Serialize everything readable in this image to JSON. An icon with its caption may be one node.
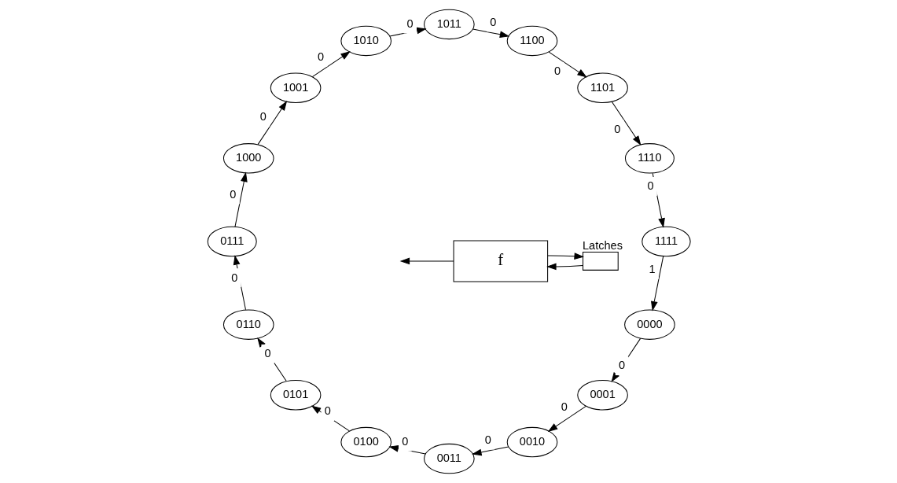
{
  "diagram": {
    "nodes": [
      {
        "text": [
          "f"
        ]
      },
      {
        "text": [],
        "shape": "box",
        "beside": [
          "Latches"
        ]
      },
      {
        "text": [
          "0000"
        ]
      },
      {
        "text": [
          "0001"
        ]
      },
      {
        "text": [
          "0010"
        ]
      },
      {
        "text": [
          "0011"
        ]
      },
      {
        "text": [
          "0100"
        ]
      },
      {
        "text": [
          "0101"
        ]
      },
      {
        "text": [
          "0110"
        ]
      },
      {
        "text": [
          "0111"
        ]
      },
      {
        "text": [
          "1000"
        ]
      },
      {
        "text": [
          "1001"
        ]
      },
      {
        "text": [
          "1010"
        ]
      },
      {
        "text": [
          "1011"
        ]
      },
      {
        "text": [
          "1100"
        ]
      },
      {
        "text": [
          "1101"
        ]
      },
      {
        "text": [
          "1110"
        ]
      },
      {
        "text": [
          "1111"
        ]
      }
    ],
    "edges": [
      {
        "from": 0,
        "to": null,
        "arrow": "to"
      },
      {
        "from": 0,
        "to": 1,
        "arrow": "to"
      },
      {
        "from": 1,
        "to": 0,
        "arrow": "to"
      },
      {
        "from": 2,
        "to": 3,
        "arrow": "to",
        "label": "0"
      },
      {
        "from": 3,
        "to": 4,
        "arrow": "to",
        "label": "0"
      },
      {
        "from": 4,
        "to": 5,
        "arrow": "to",
        "label": "0"
      },
      {
        "from": 5,
        "to": 6,
        "arrow": "to",
        "label": "0"
      },
      {
        "from": 6,
        "to": 7,
        "arrow": "to",
        "label": "0"
      },
      {
        "from": 7,
        "to": 8,
        "arrow": "to",
        "label": "0"
      },
      {
        "from": 8,
        "to": 9,
        "arrow": "to",
        "label": "0"
      },
      {
        "from": 9,
        "to": 10,
        "arrow": "to",
        "label": "0"
      },
      {
        "from": 10,
        "to": 11,
        "arrow": "to",
        "label": "0"
      },
      {
        "from": 11,
        "to": 12,
        "arrow": "to",
        "label": "0"
      },
      {
        "from": 12,
        "to": 13,
        "arrow": "to",
        "label": "0"
      },
      {
        "from": 13,
        "to": 14,
        "arrow": "to",
        "label": "0"
      },
      {
        "from": 14,
        "to": 15,
        "arrow": "to",
        "label": "0"
      },
      {
        "from": 15,
        "to": 16,
        "arrow": "to",
        "label": "0"
      },
      {
        "from": 16,
        "to": 17,
        "arrow": "to",
        "label": "0"
      },
      {
        "from": 17,
        "to": 2,
        "arrow": "to",
        "label": "1"
      }
    ]
  }
}
